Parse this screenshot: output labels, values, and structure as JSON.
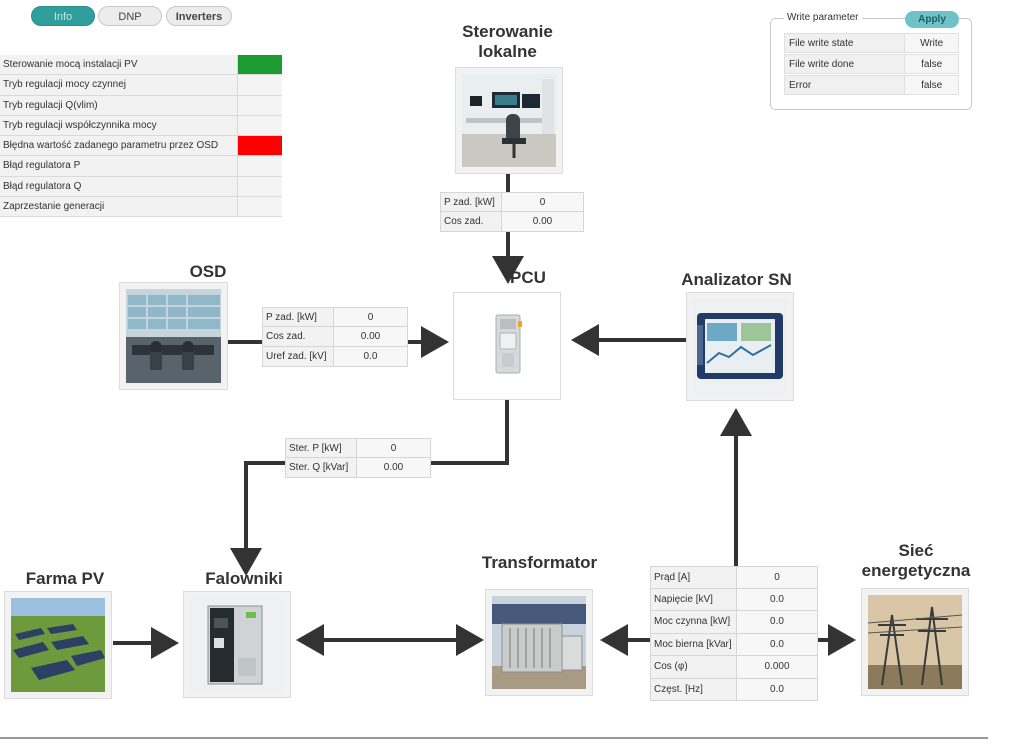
{
  "tabs": [
    {
      "label": "Info"
    },
    {
      "label": "DNP"
    },
    {
      "label": "Inverters"
    }
  ],
  "status_list": [
    {
      "label": "Sterowanie mocą instalacji PV",
      "indicator_color": "#1e9a33"
    },
    {
      "label": "Tryb regulacji mocy czynnej",
      "indicator_color": ""
    },
    {
      "label": "Tryb regulacji Q(vlim)",
      "indicator_color": ""
    },
    {
      "label": "Tryb regulacji współczynnika mocy",
      "indicator_color": ""
    },
    {
      "label": "Błędna wartość zadanego parametru przez OSD",
      "indicator_color": "#ff0000"
    },
    {
      "label": "Błąd regulatora P",
      "indicator_color": ""
    },
    {
      "label": "Błąd regulatora Q",
      "indicator_color": ""
    },
    {
      "label": "Zaprzestanie generacji",
      "indicator_color": ""
    }
  ],
  "write_parameter": {
    "title": "Write parameter",
    "apply_label": "Apply",
    "rows": [
      {
        "key": "File write state",
        "value": "Write"
      },
      {
        "key": "File write done",
        "value": "false"
      },
      {
        "key": "Error",
        "value": "false"
      }
    ]
  },
  "nodes": {
    "sterowanie": {
      "title_line1": "Sterowanie",
      "title_line2": "lokalne",
      "icon": "office-workstation-photo"
    },
    "osd": {
      "title": "OSD",
      "icon": "control-room-photo"
    },
    "pcu": {
      "title": "PCU",
      "icon": "din-rail-controller-photo"
    },
    "analizator": {
      "title": "Analizator SN",
      "icon": "power-analyzer-photo"
    },
    "farma": {
      "title": "Farma PV",
      "icon": "solar-farm-photo"
    },
    "falowniki": {
      "title": "Falowniki",
      "icon": "inverter-cabinet-photo"
    },
    "transformator": {
      "title": "Transformator",
      "icon": "transformer-photo"
    },
    "siec": {
      "title_line1": "Sieć",
      "title_line2": "energetyczna",
      "icon": "power-pylons-photo"
    }
  },
  "tables": {
    "sterowanie": [
      {
        "key": "P zad. [kW]",
        "value": "0"
      },
      {
        "key": "Cos zad.",
        "value": "0.00"
      }
    ],
    "osd": [
      {
        "key": "P zad. [kW]",
        "value": "0"
      },
      {
        "key": "Cos zad.",
        "value": "0.00"
      },
      {
        "key": "Uref zad. [kV]",
        "value": "0.0"
      }
    ],
    "ster": [
      {
        "key": "Ster. P [kW]",
        "value": "0"
      },
      {
        "key": "Ster. Q [kVar]",
        "value": "0.00"
      }
    ],
    "measure": [
      {
        "key": "Prąd [A]",
        "value": "0"
      },
      {
        "key": "Napięcie [kV]",
        "value": "0.0"
      },
      {
        "key": "Moc czynna [kW]",
        "value": "0.0"
      },
      {
        "key": "Moc bierna [kVar]",
        "value": "0.0"
      },
      {
        "key": "Cos (φ)",
        "value": "0.000"
      },
      {
        "key": "Częst. [Hz]",
        "value": "0.0"
      }
    ]
  },
  "colors": {
    "tab_active": "#2f9e9c",
    "arrow": "#333333",
    "ok": "#1e9a33",
    "error": "#ff0000"
  }
}
